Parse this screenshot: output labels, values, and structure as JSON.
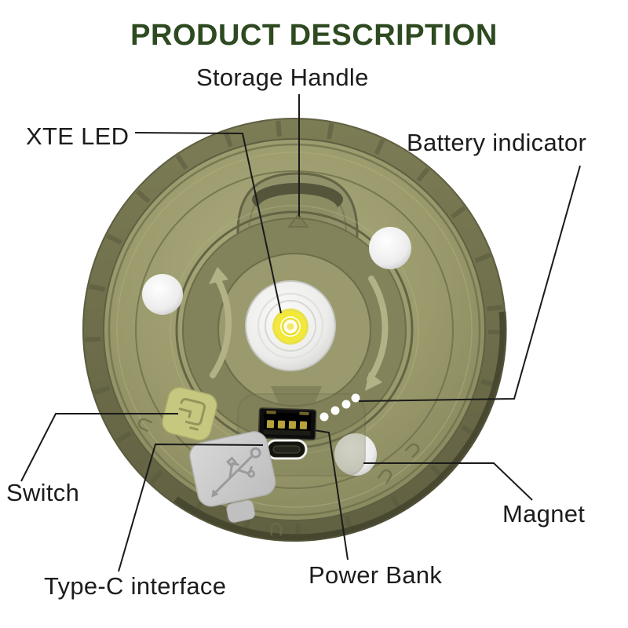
{
  "title": "PRODUCT DESCRIPTION",
  "labels": {
    "storage_handle": "Storage Handle",
    "xte_led": "XTE LED",
    "battery_indicator": "Battery indicator",
    "switch": "Switch",
    "magnet": "Magnet",
    "type_c_interface": "Type-C interface",
    "power_bank": "Power Bank"
  },
  "battery_dots_count": 4,
  "colors": {
    "title_green": "#2e4a20",
    "label_text": "#1c1c1c",
    "body_olive": "#9a9a6c",
    "rim_olive": "#6f6f4c",
    "dial_ring_olive": "#82825b",
    "switch_button": "#c6c880",
    "led_yellow": "#f2e93a",
    "lens_white": "#f2f2f0",
    "magnet_white": "#f4f4f4",
    "flap_gray": "#cacaca",
    "usb_port_black": "#0d0d0d",
    "usb_contact_gold": "#b7a33c",
    "annotation_line": "#1a1a1a"
  }
}
